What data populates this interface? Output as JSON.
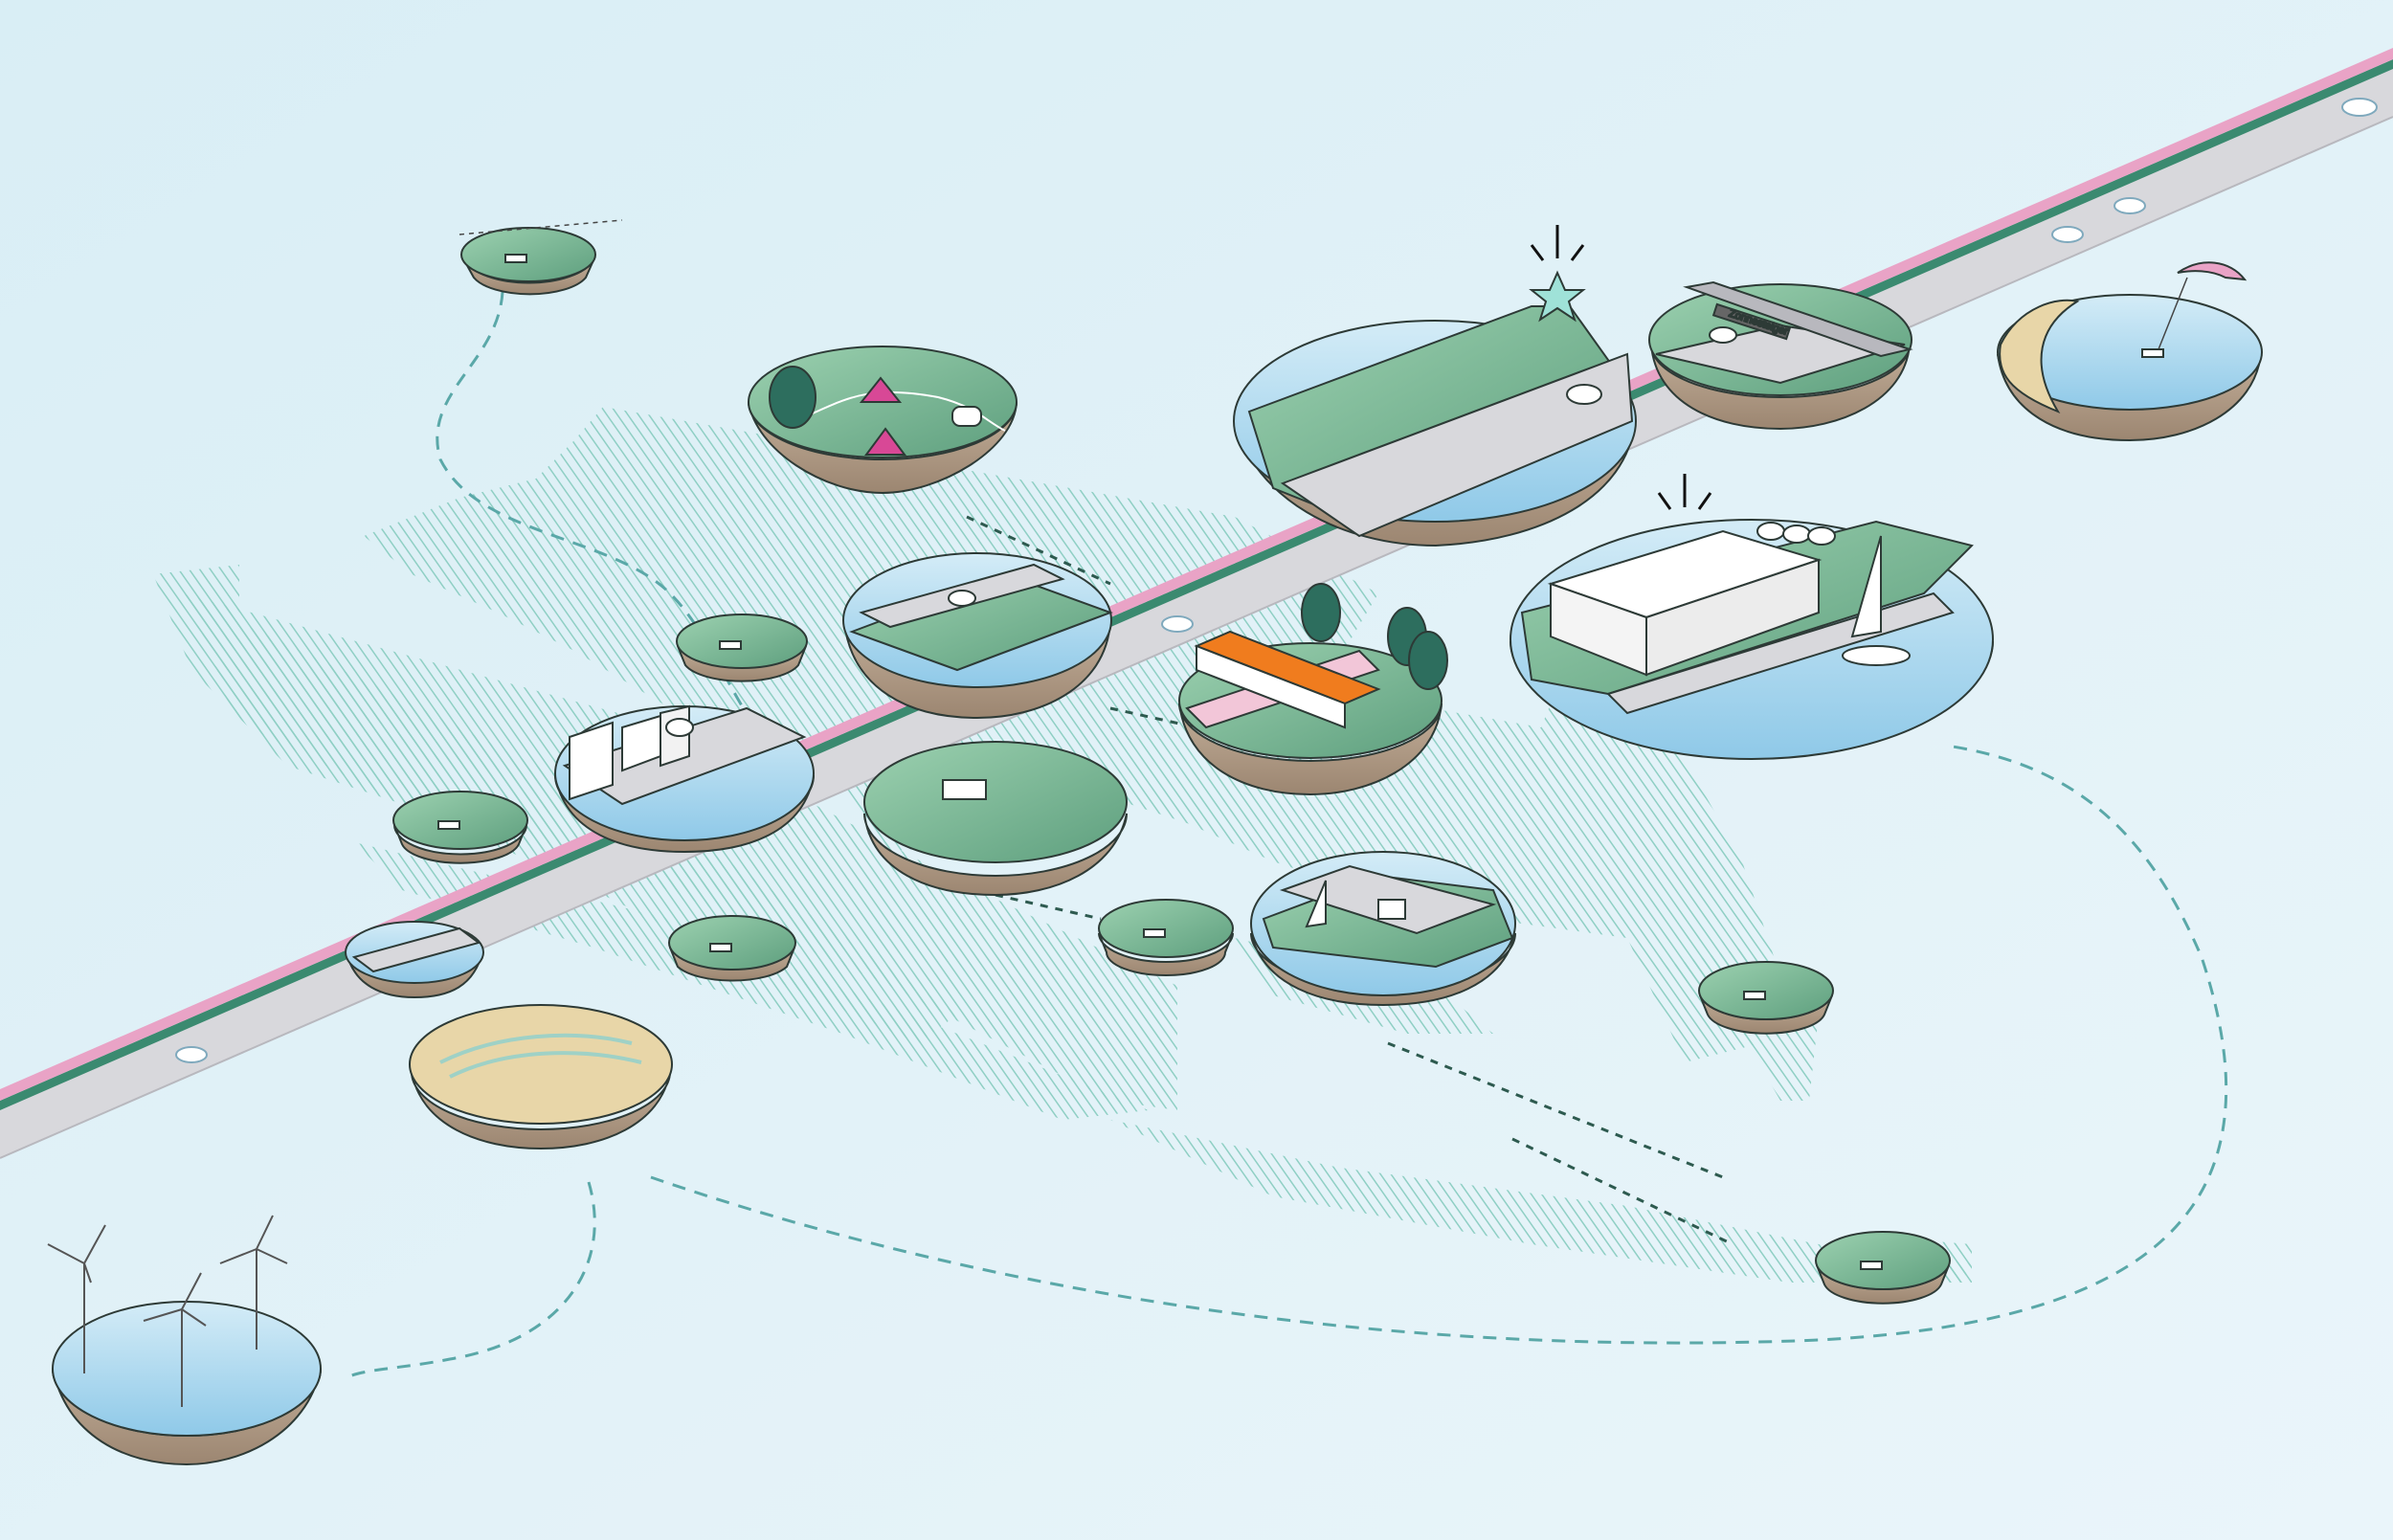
{
  "illustration": {
    "theme": "isometric landscape map of a dike road with island vignettes",
    "colors": {
      "water": "#e3f2f8",
      "hatch": "#8fcfc4",
      "grass": "#6dae8c",
      "grass_dark": "#4e8f6f",
      "earth": "#b09b87",
      "road": "#d8d8dc",
      "road_stripe_pink": "#e9a3c6",
      "road_stripe_green": "#3b8a70",
      "house_roof": "#f07c1e",
      "tent": "#d84896",
      "star": "#9fe2d8",
      "route_dash": "#5aa8a8"
    },
    "road_sign_text": "Zonnesteiger"
  },
  "islands": [
    {
      "name": "camping",
      "icon": "tent-icon"
    },
    {
      "name": "dike-lookout",
      "icon": "star-icon"
    },
    {
      "name": "bridge-crossing",
      "icon": "bridge-icon"
    },
    {
      "name": "kite-beach",
      "icon": "kite-icon"
    },
    {
      "name": "visitor-centre",
      "icon": "building-icon"
    },
    {
      "name": "harbour-houses",
      "icon": "house-icon"
    },
    {
      "name": "lock-crossing",
      "icon": "lock-icon"
    },
    {
      "name": "urban-quay",
      "icon": "building-icon"
    },
    {
      "name": "bunker-mound",
      "icon": "bunker-icon"
    },
    {
      "name": "boat-ferry",
      "icon": "sailboat-icon"
    },
    {
      "name": "salt-marsh",
      "icon": "marsh-icon"
    },
    {
      "name": "wind-farm",
      "icon": "wind-turbine-icon"
    }
  ]
}
